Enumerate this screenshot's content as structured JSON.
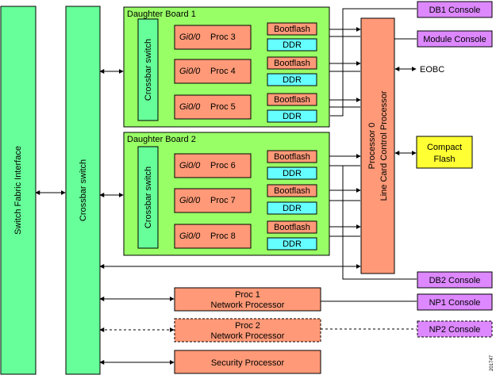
{
  "diagram": {
    "switch_fabric": "Switch Fabric Interface",
    "crossbar_main": "Crossbar switch",
    "daughter_board_1": {
      "title": "Daughter Board 1",
      "crossbar": "Crossbar switch",
      "procs": [
        {
          "port": "Gi0/0",
          "name": "Proc 3",
          "bootflash": "Bootflash",
          "ddr": "DDR"
        },
        {
          "port": "Gi0/0",
          "name": "Proc 4",
          "bootflash": "Bootflash",
          "ddr": "DDR"
        },
        {
          "port": "Gi0/0",
          "name": "Proc 5",
          "bootflash": "Bootflash",
          "ddr": "DDR"
        }
      ]
    },
    "daughter_board_2": {
      "title": "Daughter Board 2",
      "crossbar": "Crossbar switch",
      "procs": [
        {
          "port": "Gi0/0",
          "name": "Proc 6",
          "bootflash": "Bootflash",
          "ddr": "DDR"
        },
        {
          "port": "Gi0/0",
          "name": "Proc 7",
          "bootflash": "Bootflash",
          "ddr": "DDR"
        },
        {
          "port": "Gi0/0",
          "name": "Proc 8",
          "bootflash": "Bootflash",
          "ddr": "DDR"
        }
      ]
    },
    "lccp_line1": "Processor 0",
    "lccp_line2": "Line Card Control Processor",
    "db1_console": "DB1 Console",
    "module_console": "Module Console",
    "eobc": "EOBC",
    "compact_flash_line1": "Compact",
    "compact_flash_line2": "Flash",
    "db2_console": "DB2 Console",
    "np1_line1": "Proc 1",
    "np1_line2": "Network Processor",
    "np1_console": "NP1 Console",
    "np2_line1": "Proc 2",
    "np2_line2": "Network Processor",
    "np2_console": "NP2 Console",
    "security_processor": "Security Processor",
    "figure_id": "201747"
  },
  "colors": {
    "green": "#66ff99",
    "board_green": "#99ff66",
    "salmon": "#ff9977",
    "cyan": "#66ffff",
    "purple": "#dd88ff",
    "yellow": "#ffff33"
  }
}
